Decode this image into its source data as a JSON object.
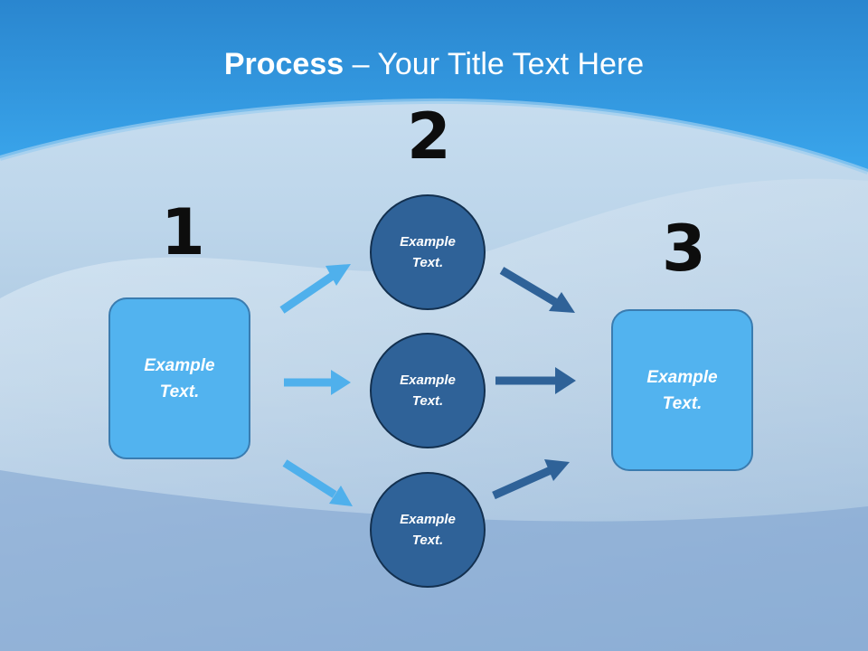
{
  "title": {
    "bold": "Process",
    "rest": " – Your Title Text Here"
  },
  "steps": [
    {
      "number": "1",
      "text": "Example\nText."
    },
    {
      "number": "2",
      "circles": [
        "Example\nText.",
        "Example\nText.",
        "Example\nText."
      ]
    },
    {
      "number": "3",
      "text": "Example\nText."
    }
  ],
  "colors": {
    "title_band": "#2b8fd6",
    "box_fill": "#52b3ef",
    "circle_fill": "#2f6298",
    "arrow_light": "#4fb0ec",
    "arrow_dark": "#2f6298",
    "number_text": "#0d0d0d"
  }
}
